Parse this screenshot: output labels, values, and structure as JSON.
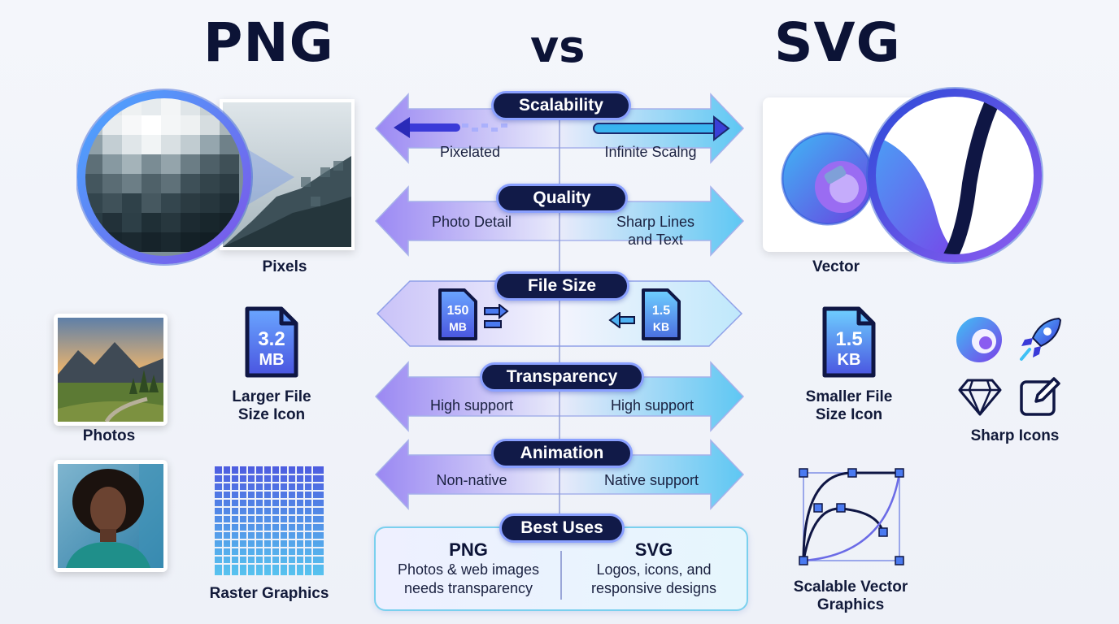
{
  "header": {
    "left_title": "PNG",
    "vs": "vs",
    "right_title": "SVG"
  },
  "left": {
    "pixels_caption": "Pixels",
    "photos_caption": "Photos",
    "file_icon": {
      "size": "3.2",
      "unit": "MB",
      "caption_line1": "Larger File",
      "caption_line2": "Size Icon"
    },
    "raster_caption": "Raster Graphics"
  },
  "right": {
    "vector_caption": "Vector",
    "file_icon": {
      "size": "1.5",
      "unit": "KB",
      "caption_line1": "Smaller File",
      "caption_line2": "Size Icon"
    },
    "sharp_icons_caption": "Sharp Icons",
    "scalable_caption_line1": "Scalable Vector",
    "scalable_caption_line2": "Graphics"
  },
  "rows": {
    "scalability": {
      "label": "Scalability",
      "left": "Pixelated",
      "right": "Infinite Scalng"
    },
    "quality": {
      "label": "Quality",
      "left": "Photo Detail",
      "right_line1": "Sharp Lines",
      "right_line2": "and Text"
    },
    "file_size": {
      "label": "File Size",
      "left_size": "150",
      "left_unit": "MB",
      "right_size": "1.5",
      "right_unit": "KB"
    },
    "transparency": {
      "label": "Transparency",
      "left": "High support",
      "right": "High support"
    },
    "animation": {
      "label": "Animation",
      "left": "Non-native",
      "right": "Native support"
    }
  },
  "best_uses": {
    "label": "Best Uses",
    "png_heading": "PNG",
    "png_line1": "Photos & web images",
    "png_line2": "needs transparency",
    "svg_heading": "SVG",
    "svg_line1": "Logos, icons, and",
    "svg_line2": "responsive designs"
  },
  "icons": [
    "magnifier-circle-icon",
    "file-size-icon",
    "pixel-grid-icon",
    "bezier-curve-icon",
    "swirl-logo-icon",
    "rocket-icon",
    "diamond-icon",
    "edit-icon",
    "arrow-right-icon",
    "arrow-left-icon"
  ],
  "colors": {
    "navy": "#111a48",
    "purple": "#8a6cf0",
    "cyan": "#4fc3f0",
    "pill_border": "#8aa0ff"
  }
}
